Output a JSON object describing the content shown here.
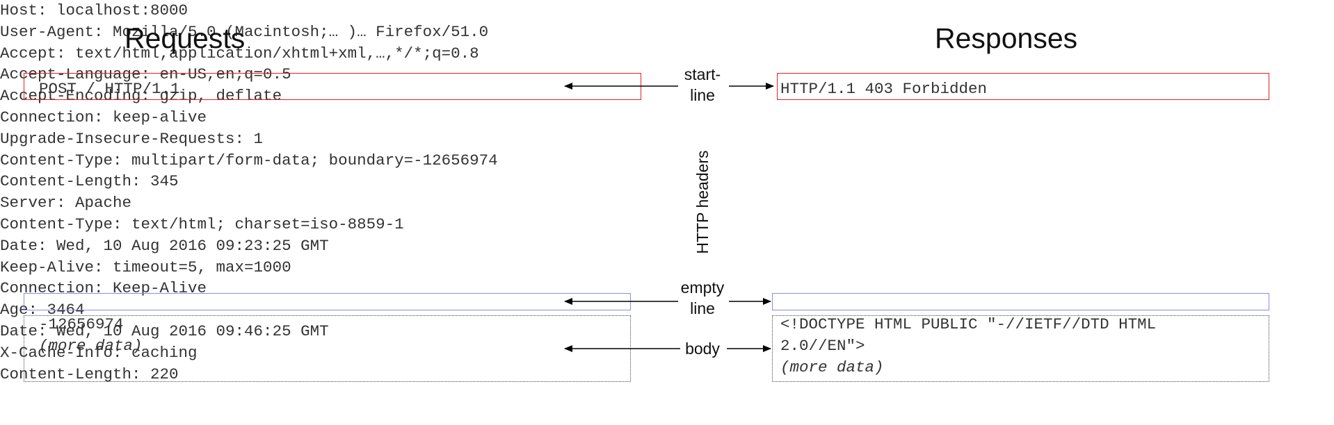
{
  "requests": {
    "title": "Requests",
    "start_line": "POST / HTTP/1.1",
    "headers": [
      "Host: localhost:8000",
      "User-Agent: Mozilla/5.0 (Macintosh;… )… Firefox/51.0",
      "Accept: text/html,application/xhtml+xml,…,*/*;q=0.8",
      "Accept-Language: en-US,en;q=0.5",
      "Accept-Encoding: gzip, deflate",
      "Connection: keep-alive",
      "Upgrade-Insecure-Requests: 1",
      "Content-Type: multipart/form-data; boundary=-12656974",
      "Content-Length: 345"
    ],
    "body_line": "-12656974",
    "body_more": "(more data)"
  },
  "responses": {
    "title": "Responses",
    "start_line": "HTTP/1.1 403 Forbidden",
    "headers": [
      "Server: Apache",
      "Content-Type: text/html; charset=iso-8859-1",
      "Date: Wed, 10 Aug 2016 09:23:25 GMT",
      "Keep-Alive: timeout=5, max=1000",
      "Connection: Keep-Alive",
      "Age: 3464",
      "Date: Wed, 10 Aug 2016 09:46:25 GMT",
      "X-Cache-Info: caching",
      "Content-Length: 220"
    ],
    "body_lines": [
      "<!DOCTYPE HTML PUBLIC \"-//IETF//DTD HTML",
      "2.0//EN\">"
    ],
    "body_more": "(more data)"
  },
  "labels": {
    "start_line": [
      "start-",
      "line"
    ],
    "http_headers": "HTTP headers",
    "empty_line": [
      "empty",
      "line"
    ],
    "body": "body"
  },
  "colors": {
    "start_line_box": "#e02020",
    "empty_line_box": "#8a8af0",
    "body_box": "#444444"
  }
}
